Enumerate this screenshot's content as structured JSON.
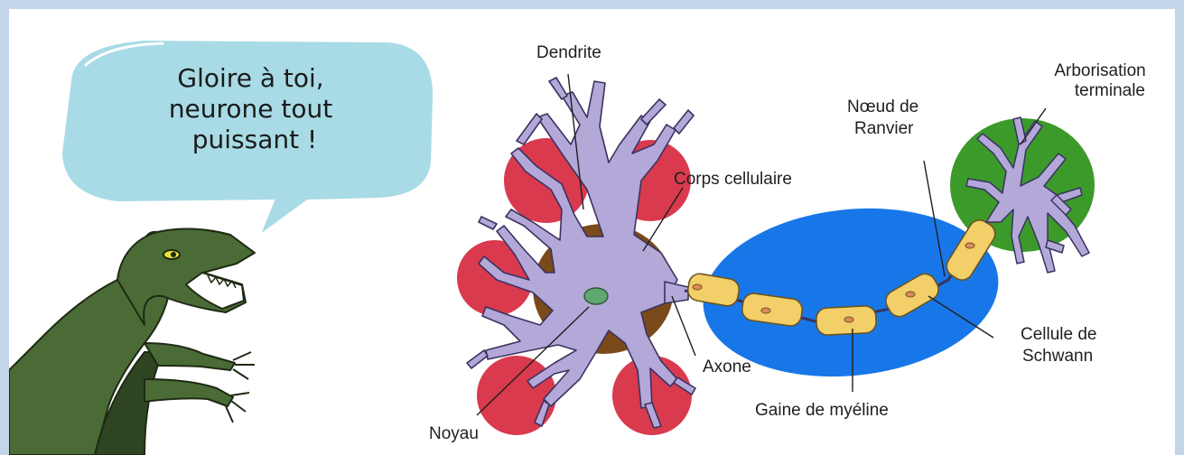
{
  "speech_bubble": {
    "lines": [
      "Gloire à toi,",
      "neurone tout",
      "puissant !"
    ]
  },
  "labels": {
    "dendrite": "Dendrite",
    "corps_cellulaire": "Corps cellulaire",
    "noeud_line1": "Nœud de",
    "noeud_line2": "Ranvier",
    "arborisation_line1": "Arborisation",
    "arborisation_line2": "terminale",
    "axone": "Axone",
    "cellule_line1": "Cellule de",
    "cellule_line2": "Schwann",
    "gaine": "Gaine de myéline",
    "noyau": "Noyau"
  },
  "colors": {
    "page_border": "#c3d6e9",
    "bubble": "#a8dbe5",
    "highlight_red": "#d93a4e",
    "highlight_blue": "#1877e8",
    "highlight_green": "#3c9a2a",
    "cell_body": "#7a4a1a",
    "neuron_membrane": "#b3a8d8",
    "nucleus": "#5fa872",
    "schwann_cell": "#f3cf6a",
    "dinosaur": "#4a6b35"
  },
  "icons": {
    "character": "dinosaur-raptor-icon"
  }
}
